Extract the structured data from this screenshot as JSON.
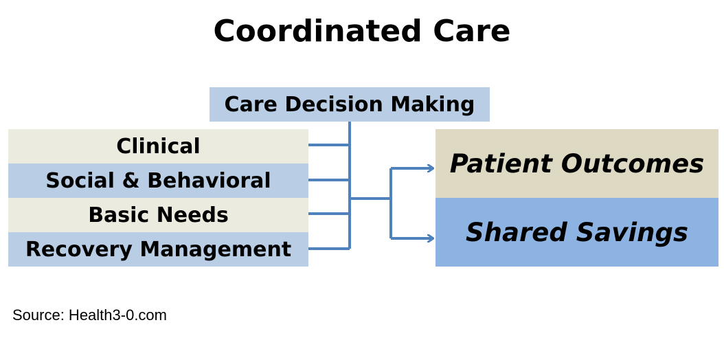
{
  "title": "Coordinated Care",
  "decision_box": "Care Decision Making",
  "factors": [
    "Clinical",
    "Social & Behavioral",
    "Basic Needs",
    "Recovery Management"
  ],
  "outcomes": [
    "Patient Outcomes",
    "Shared Savings"
  ],
  "source": "Source:  Health3-0.com",
  "colors": {
    "connector": "#4f81bd",
    "decision_fill": "#b9cde5",
    "factor_beige": "#ecebe0",
    "factor_blue": "#b9cde5",
    "patient_outcomes_fill": "#ddd9c3",
    "shared_savings_fill": "#8db3e2"
  }
}
